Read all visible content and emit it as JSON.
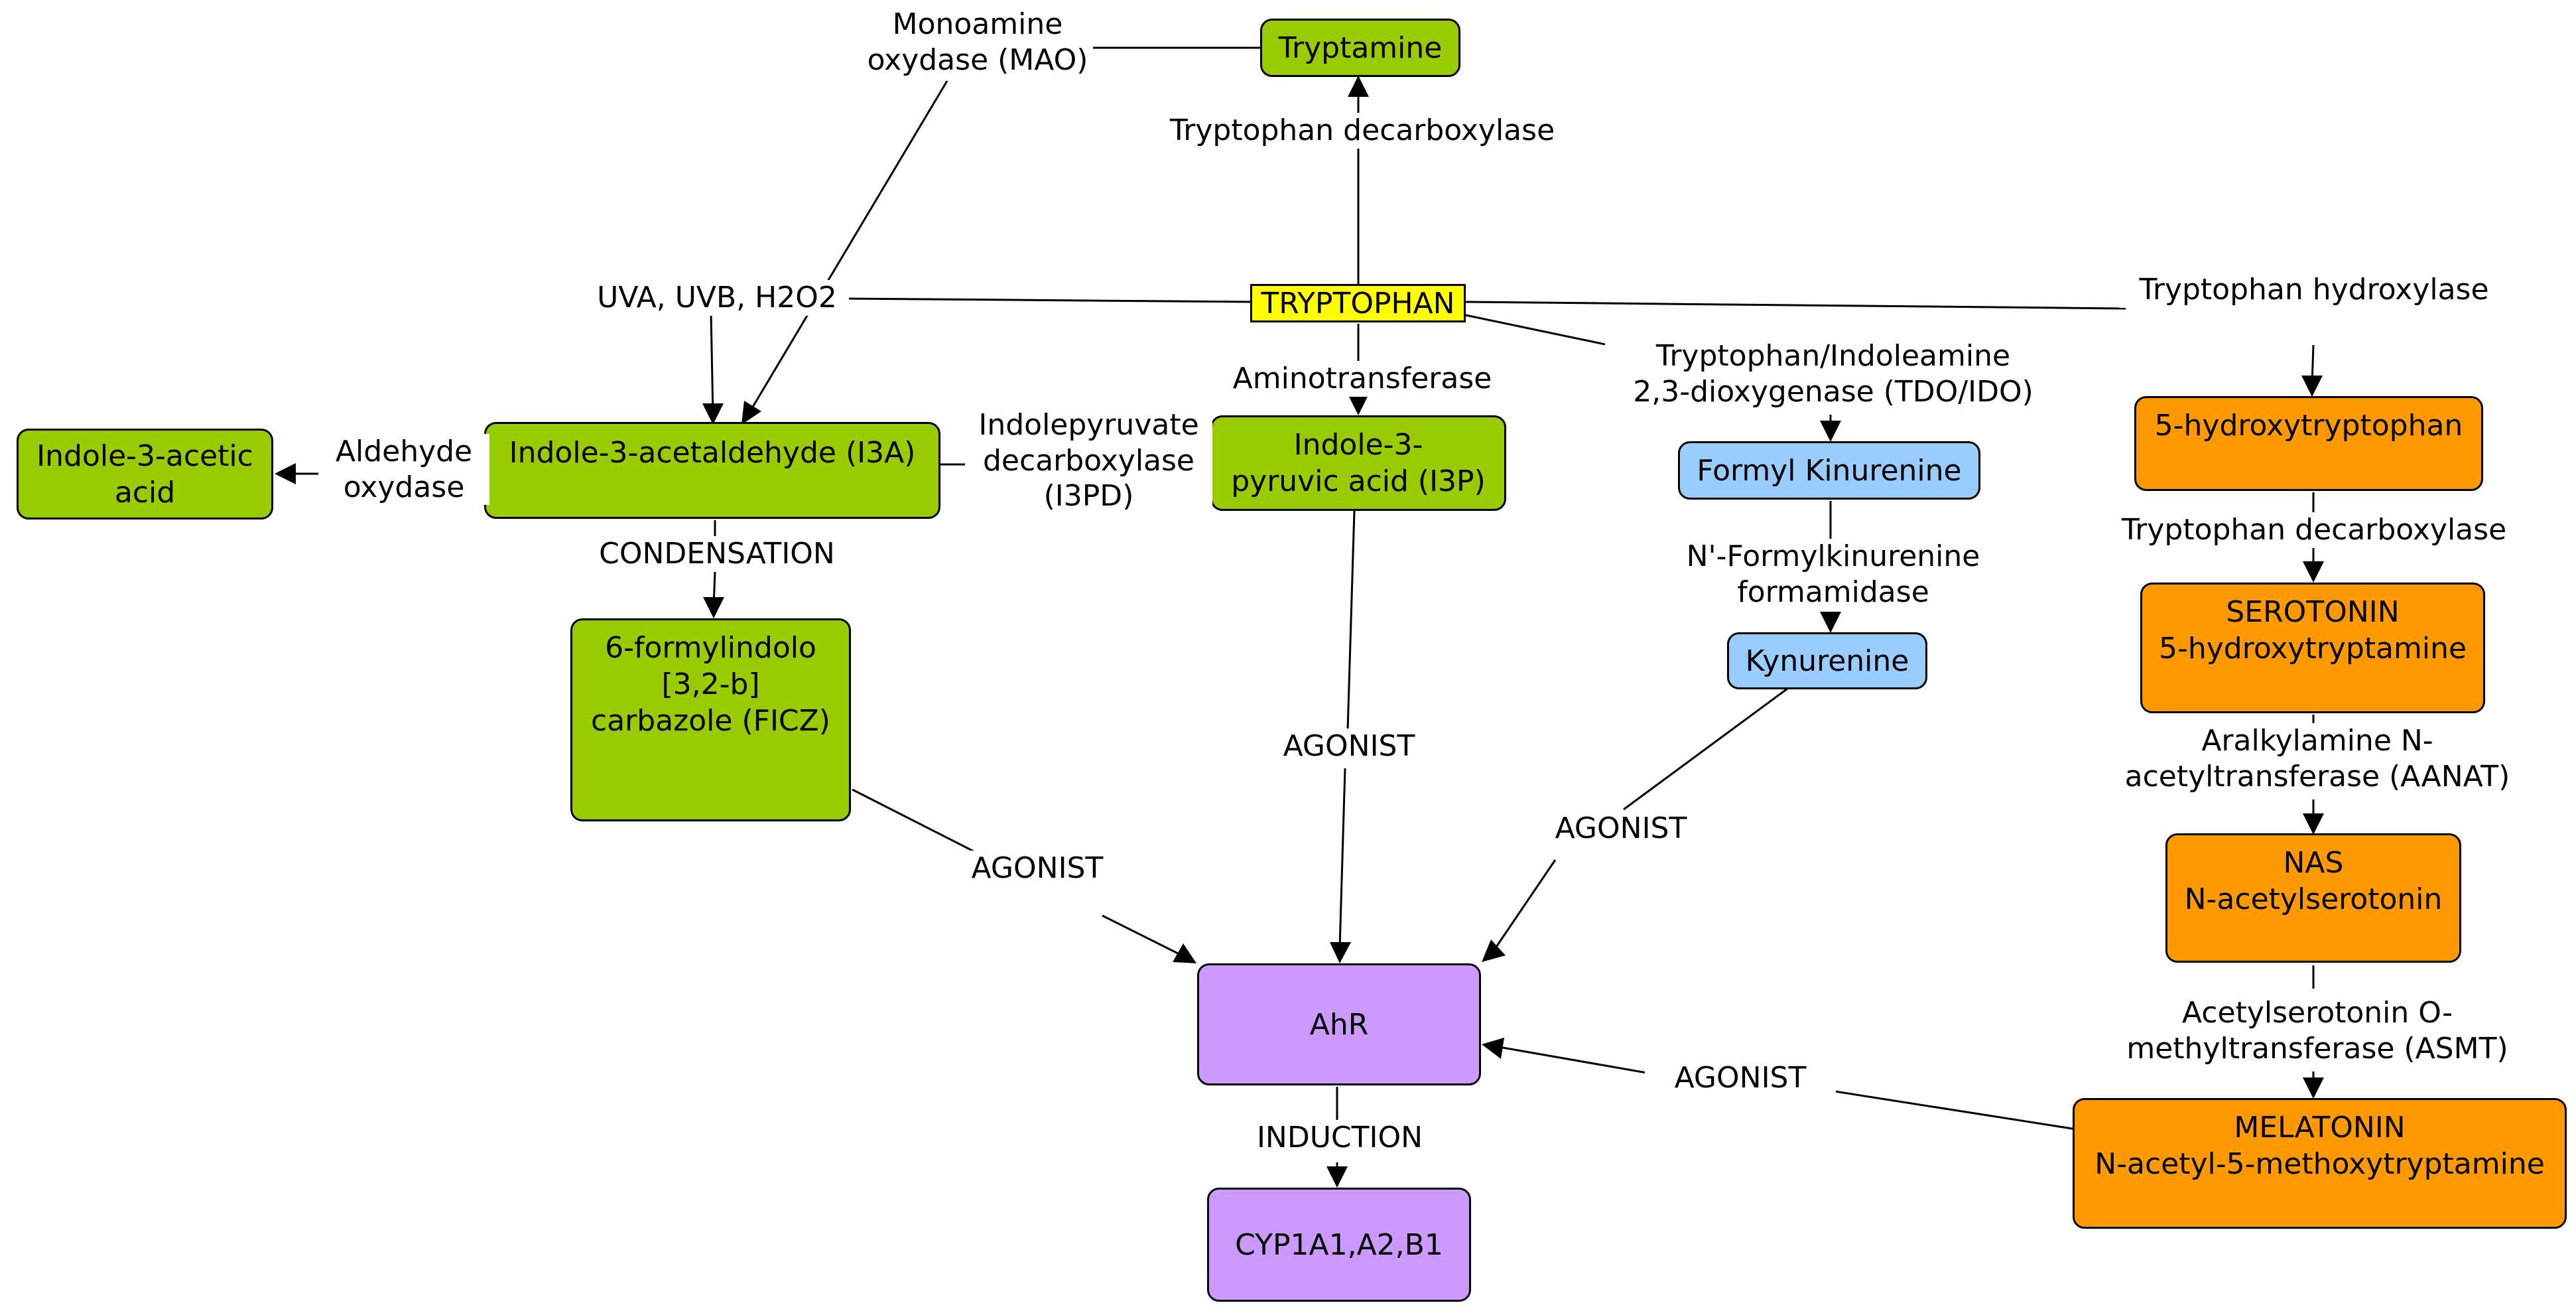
{
  "nodes": {
    "tryptamine": "Tryptamine",
    "tryptophan": "TRYPTOPHAN",
    "indole_acetic": [
      "Indole-3-acetic",
      "acid"
    ],
    "i3a": "Indole-3-acetaldehyde (I3A)",
    "i3p": [
      "Indole-3-",
      "pyruvic acid (I3P)"
    ],
    "ficz": [
      "6-formylindolo",
      "[3,2-b]",
      "carbazole (FICZ)"
    ],
    "formyl_kynurenine": "Formyl Kinurenine",
    "kynurenine": "Kynurenine",
    "htp": "5-hydroxytryptophan",
    "serotonin": [
      "SEROTONIN",
      "5-hydroxytryptamine"
    ],
    "nas": [
      "NAS",
      "N-acetylserotonin"
    ],
    "melatonin": [
      "MELATONIN",
      "N-acetyl-5-methoxytryptamine"
    ],
    "ahr": "AhR",
    "cyp": "CYP1A1,A2,B1"
  },
  "labels": {
    "mao": [
      "Monoamine",
      "oxydase (MAO)"
    ],
    "trp_decarb_top": "Tryptophan decarboxylase",
    "uv": "UVA, UVB, H2O2",
    "trp_hydroxylase": "Tryptophan hydroxylase",
    "aminotransferase": "Aminotransferase",
    "tdo_ido": [
      "Tryptophan/Indoleamine",
      "2,3-dioxygenase (TDO/IDO)"
    ],
    "aldehyde_ox": [
      "Aldehyde",
      "oxydase"
    ],
    "i3pd": [
      "Indolepyruvate",
      "decarboxylase",
      "(I3PD)"
    ],
    "condensation": "CONDENSATION",
    "formamidase": [
      "N'-Formylkinurenine",
      "formamidase"
    ],
    "trp_decarb_right": "Tryptophan decarboxylase",
    "aanat": [
      "Aralkylamine N-",
      "acetyltransferase (AANAT)"
    ],
    "asmt": [
      "Acetylserotonin O-",
      "methyltransferase (ASMT)"
    ],
    "agonist_ficz": "AGONIST",
    "agonist_i3p": "AGONIST",
    "agonist_kyn": "AGONIST",
    "agonist_mel": "AGONIST",
    "induction": "INDUCTION"
  },
  "colors": {
    "green": "#99cc00",
    "orange": "#ff9900",
    "blue": "#99ccff",
    "purple": "#cc99ff",
    "yellow": "#ffff00"
  }
}
